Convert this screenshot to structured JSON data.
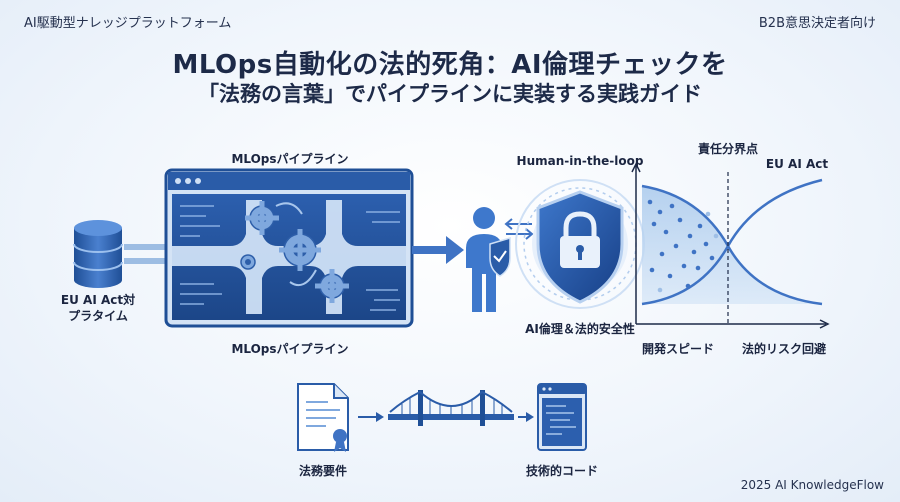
{
  "header": {
    "left_label": "AI駆動型ナレッジプラットフォーム",
    "right_label": "B2B意思決定者向け",
    "title_line1": "MLOps自動化の法的死角：AI倫理チェックを",
    "title_line2": "「法務の言葉」でパイプラインに実装する実践ガイド"
  },
  "diagram": {
    "database_label_line1": "EU AI Act対",
    "database_label_line2": "プラタイム",
    "pipeline_top_label": "MLOpsパイプライン",
    "pipeline_bottom_label": "MLOpsパイプライン",
    "hitl_label": "Human-in-the-loop",
    "shield_label": "AI倫理＆法的安全性",
    "responsibility_label": "責任分界点",
    "eu_act_label": "EU AI Act",
    "axis_left_label": "開発スピード",
    "axis_right_label": "法的リスク回避",
    "legal_requirements_label": "法務要件",
    "technical_code_label": "技術的コード"
  },
  "footer": {
    "credit": "2025 AI KnowledgeFlow"
  },
  "colors": {
    "dark_blue": "#1f4f96",
    "mid_blue": "#3f73c4",
    "light_blue": "#b9d2ee",
    "navy_text": "#1d2a48"
  }
}
